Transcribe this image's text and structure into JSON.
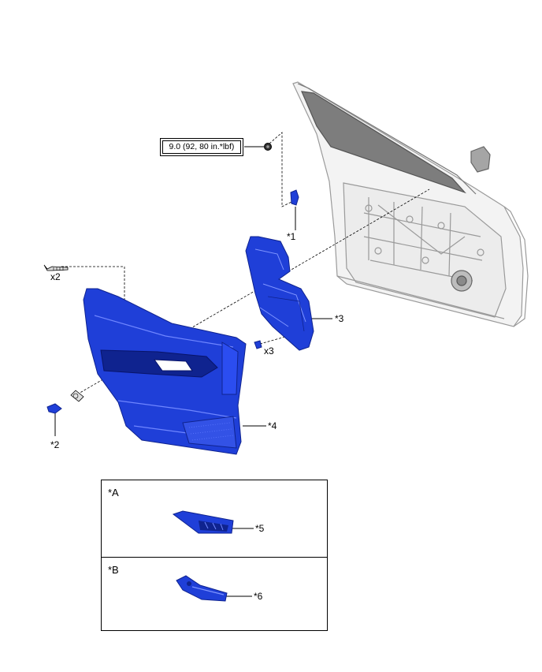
{
  "torque_spec": "9.0 (92, 80 in.*lbf)",
  "callouts": {
    "c1": "*1",
    "c2": "*2",
    "c3": "*3",
    "c4": "*4",
    "c5": "*5",
    "c6": "*6"
  },
  "quantities": {
    "screw_qty": "x2",
    "clip_qty": "x3"
  },
  "insets": {
    "a_label": "*A",
    "b_label": "*B"
  },
  "colors": {
    "part_highlight": "#1f3fd8",
    "part_dark": "#0f238f",
    "door_outline": "#9a9a9a"
  }
}
